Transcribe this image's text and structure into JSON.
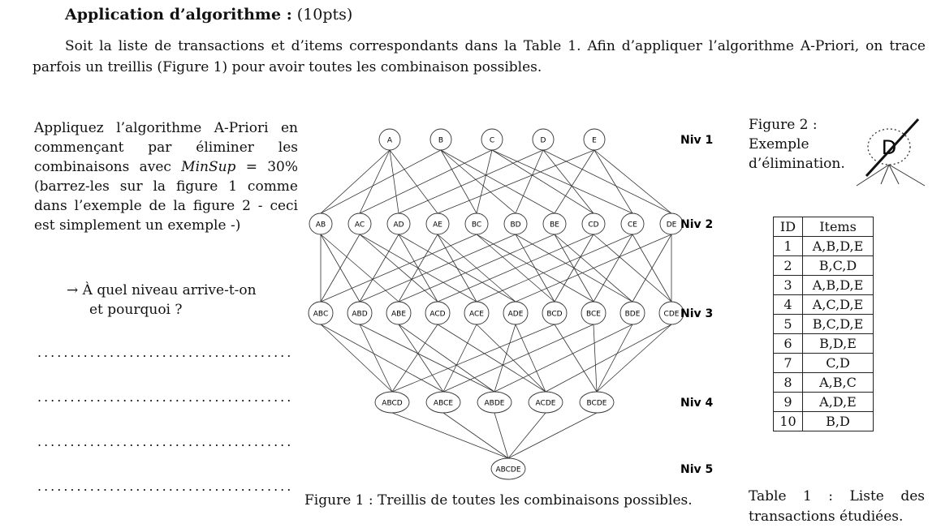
{
  "heading": {
    "title": "Application d’algorithme :",
    "points": "(10pts)"
  },
  "intro": "Soit la liste de transactions et d’items correspondants dans la Table 1. Afin d’appliquer l’algorithme A-Priori, on trace parfois un treillis (Figure 1) pour avoir toutes les combinaison possibles.",
  "instructions": {
    "part1": "Appliquez l’algorithme A-Priori en commençant par éliminer les combinaisons avec ",
    "minsup": "MinSup",
    "equals": " = 30%",
    "part2": " (barrez-les sur la figure 1 comme dans l’exemple de la figure 2 - ceci est simplement un exemple -)"
  },
  "question": {
    "arrow": "→",
    "line1": "À quel niveau arrive-t-on",
    "line2": "et pourquoi ?"
  },
  "answer_lines": [
    "...............................................",
    "...............................................",
    "...............................................",
    "..............................................."
  ],
  "lattice": {
    "levels": [
      {
        "label": "Niv 1",
        "nodes": [
          "A",
          "B",
          "C",
          "D",
          "E"
        ]
      },
      {
        "label": "Niv 2",
        "nodes": [
          "AB",
          "AC",
          "AD",
          "AE",
          "BC",
          "BD",
          "BE",
          "CD",
          "CE",
          "DE"
        ]
      },
      {
        "label": "Niv 3",
        "nodes": [
          "ABC",
          "ABD",
          "ABE",
          "ACD",
          "ACE",
          "ADE",
          "BCD",
          "BCE",
          "BDE",
          "CDE"
        ]
      },
      {
        "label": "Niv 4",
        "nodes": [
          "ABCD",
          "ABCE",
          "ABDE",
          "ACDE",
          "BCDE"
        ]
      },
      {
        "label": "Niv 5",
        "nodes": [
          "ABCDE"
        ]
      }
    ],
    "caption": "Figure 1 : Treillis de toutes les combinaisons possibles."
  },
  "figure2": {
    "caption": "Figure 2 : Exemple d’élimination.",
    "example_node": "D"
  },
  "table": {
    "headers": [
      "ID",
      "Items"
    ],
    "rows": [
      [
        "1",
        "A,B,D,E"
      ],
      [
        "2",
        "B,C,D"
      ],
      [
        "3",
        "A,B,D,E"
      ],
      [
        "4",
        "A,C,D,E"
      ],
      [
        "5",
        "B,C,D,E"
      ],
      [
        "6",
        "B,D,E"
      ],
      [
        "7",
        "C,D"
      ],
      [
        "8",
        "A,B,C"
      ],
      [
        "9",
        "A,D,E"
      ],
      [
        "10",
        "B,D"
      ]
    ],
    "caption": "Table 1 : Liste des transactions étudiées."
  }
}
